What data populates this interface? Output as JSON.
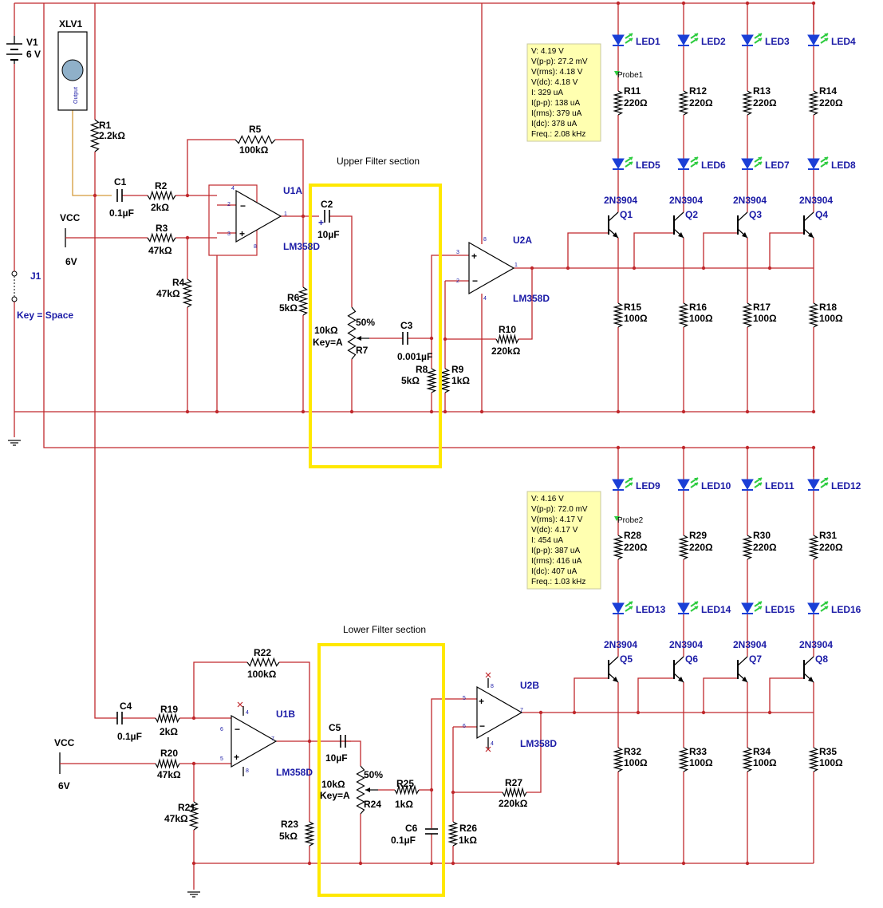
{
  "colors": {
    "wire": "#c0282c",
    "component": "#000000",
    "label_blue": "#1a1aa6",
    "led_blue": "#1b3fd6",
    "led_arrow": "#2ecc40",
    "highlight_box": "#ffe800",
    "probe_bg": "#ffffb0",
    "function_gen_wire": "#d49a3a"
  },
  "icons": [
    "battery-icon",
    "ground-icon",
    "switch-icon",
    "led-icon",
    "resistor-icon",
    "capacitor-icon",
    "potentiometer-icon",
    "opamp-icon",
    "npn-transistor-icon",
    "function-generator-icon",
    "probe-icon"
  ],
  "sections": {
    "upper": "Upper Filter section",
    "lower": "Lower Filter section"
  },
  "supply": {
    "v1_name": "V1",
    "v1_value": "6 V",
    "xlv1": "XLV1",
    "xlv1_text": "Output",
    "j1": "J1",
    "j1_key": "Key = Space",
    "vcc_top": "VCC",
    "vcc_top_value": "6V",
    "vcc_bot": "VCC",
    "vcc_bot_value": "6V"
  },
  "upper": {
    "R1": [
      "R1",
      "2.2kΩ"
    ],
    "C1": [
      "C1",
      "0.1µF"
    ],
    "R2": [
      "R2",
      "2kΩ"
    ],
    "R3": [
      "R3",
      "47kΩ"
    ],
    "R4": [
      "R4",
      "47kΩ"
    ],
    "R5": [
      "R5",
      "100kΩ"
    ],
    "U1A": "U1A",
    "U1A_part": "LM358D",
    "C2": [
      "C2",
      "10µF"
    ],
    "R6": [
      "R6",
      "5kΩ"
    ],
    "R7": [
      "10kΩ",
      "Key=A",
      "R7",
      "50%"
    ],
    "C3": [
      "C3",
      "0.001µF"
    ],
    "R8": [
      "R8",
      "5kΩ"
    ],
    "R9": [
      "R9",
      "1kΩ"
    ],
    "R10": [
      "R10",
      "220kΩ"
    ],
    "U2A": "U2A",
    "U2A_part": "LM358D"
  },
  "lower": {
    "C4": [
      "C4",
      "0.1µF"
    ],
    "R19": [
      "R19",
      "2kΩ"
    ],
    "R20": [
      "R20",
      "47kΩ"
    ],
    "R21": [
      "R21",
      "47kΩ"
    ],
    "R22": [
      "R22",
      "100kΩ"
    ],
    "U1B": "U1B",
    "U1B_part": "LM358D",
    "C5": [
      "C5",
      "10µF"
    ],
    "R23": [
      "R23",
      "5kΩ"
    ],
    "R24": [
      "10kΩ",
      "Key=A",
      "R24",
      "50%"
    ],
    "R25": [
      "R25",
      "1kΩ"
    ],
    "C6": [
      "C6",
      "0.1µF"
    ],
    "R26": [
      "R26",
      "1kΩ"
    ],
    "R27": [
      "R27",
      "220kΩ"
    ],
    "U2B": "U2B",
    "U2B_part": "LM358D"
  },
  "led_banks": [
    {
      "top_leds": [
        "LED1",
        "LED2",
        "LED3",
        "LED4"
      ],
      "resistors": [
        [
          "R11",
          "220Ω"
        ],
        [
          "R12",
          "220Ω"
        ],
        [
          "R13",
          "220Ω"
        ],
        [
          "R14",
          "220Ω"
        ]
      ],
      "bottom_leds": [
        "LED5",
        "LED6",
        "LED7",
        "LED8"
      ],
      "transistors": [
        [
          "2N3904",
          "Q1"
        ],
        [
          "2N3904",
          "Q2"
        ],
        [
          "2N3904",
          "Q3"
        ],
        [
          "2N3904",
          "Q4"
        ]
      ],
      "emitter_resistors": [
        [
          "R15",
          "100Ω"
        ],
        [
          "R16",
          "100Ω"
        ],
        [
          "R17",
          "100Ω"
        ],
        [
          "R18",
          "100Ω"
        ]
      ]
    },
    {
      "top_leds": [
        "LED9",
        "LED10",
        "LED11",
        "LED12"
      ],
      "resistors": [
        [
          "R28",
          "220Ω"
        ],
        [
          "R29",
          "220Ω"
        ],
        [
          "R30",
          "220Ω"
        ],
        [
          "R31",
          "220Ω"
        ]
      ],
      "bottom_leds": [
        "LED13",
        "LED14",
        "LED15",
        "LED16"
      ],
      "transistors": [
        [
          "2N3904",
          "Q5"
        ],
        [
          "2N3904",
          "Q6"
        ],
        [
          "2N3904",
          "Q7"
        ],
        [
          "2N3904",
          "Q8"
        ]
      ],
      "emitter_resistors": [
        [
          "R32",
          "100Ω"
        ],
        [
          "R33",
          "100Ω"
        ],
        [
          "R34",
          "100Ω"
        ],
        [
          "R35",
          "100Ω"
        ]
      ]
    }
  ],
  "probes": [
    {
      "name": "Probe1",
      "lines": [
        "V: 4.19 V",
        "V(p-p): 27.2 mV",
        "V(rms): 4.18 V",
        "V(dc): 4.18 V",
        "I: 329 uA",
        "I(p-p): 138 uA",
        "I(rms): 379 uA",
        "I(dc): 378 uA",
        "Freq.: 2.08 kHz"
      ]
    },
    {
      "name": "Probe2",
      "lines": [
        "V: 4.16 V",
        "V(p-p): 72.0 mV",
        "V(rms): 4.17 V",
        "V(dc): 4.17 V",
        "I: 454 uA",
        "I(p-p): 387 uA",
        "I(rms): 416 uA",
        "I(dc): 407 uA",
        "Freq.: 1.03 kHz"
      ]
    }
  ],
  "pins": {
    "u1a": [
      "4",
      "2",
      "3",
      "8",
      "1"
    ],
    "u2a": [
      "8",
      "3",
      "2",
      "4",
      "1"
    ],
    "u1b": [
      "4",
      "6",
      "5",
      "8",
      "7"
    ],
    "u2b": [
      "8",
      "5",
      "6",
      "4",
      "7"
    ]
  }
}
